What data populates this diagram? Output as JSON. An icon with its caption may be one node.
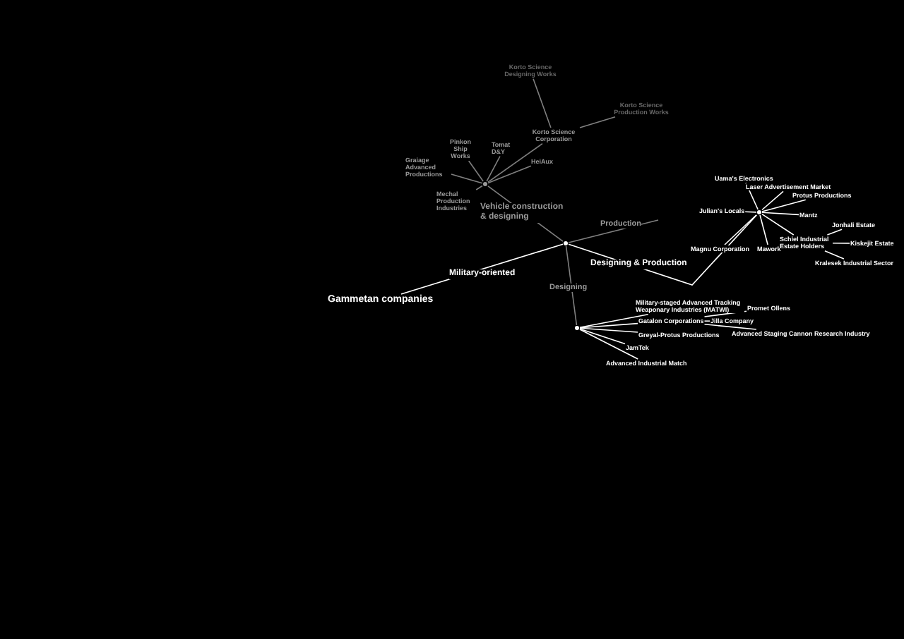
{
  "diagram": {
    "nodes": [
      {
        "text": [
          "Gammetan companies"
        ]
      },
      {
        "text": [],
        "shape": "circle"
      },
      {
        "text": [],
        "shape": "circle"
      },
      {
        "text": [],
        "shape": "circle"
      },
      {
        "text": [],
        "shape": "circle"
      },
      {
        "text": [
          "Graiage Advanced Productions"
        ]
      },
      {
        "text": [
          "Pinkon Ship Works"
        ]
      },
      {
        "text": [
          "Tomat D&Y"
        ]
      },
      {
        "text": [
          "Korto Science Corporation"
        ]
      },
      {
        "text": [
          "Korto Science Designing Works"
        ]
      },
      {
        "text": [
          "Korto Science Production Works"
        ]
      },
      {
        "text": [
          "HeiAux"
        ]
      },
      {
        "text": [
          "Mechal Production Industries"
        ]
      },
      {
        "text": [
          "Uama's Electronics"
        ]
      },
      {
        "text": [
          "Laser Advertisement Market"
        ]
      },
      {
        "text": [
          "Protus Productions"
        ]
      },
      {
        "text": [
          "Julian's Locals"
        ]
      },
      {
        "text": [
          "Mantz"
        ]
      },
      {
        "text": [
          "Magnu Corporation"
        ]
      },
      {
        "text": [
          "Mawork"
        ]
      },
      {
        "text": [
          "Schiel Industrial Estate Holders"
        ]
      },
      {
        "text": [
          "Jonhali Estate"
        ]
      },
      {
        "text": [
          "Kiskejit Estate"
        ]
      },
      {
        "text": [
          "Kralesek Industrial Sector"
        ]
      },
      {
        "text": [
          "Military-staged Advanced Tracking Weaponary Industries (MATWI)"
        ]
      },
      {
        "text": [
          "Gatalon Corporations"
        ]
      },
      {
        "text": [
          "Promet Ollens"
        ]
      },
      {
        "text": [
          "Jilla Company"
        ]
      },
      {
        "text": [
          "Advanced Staging Cannon Research Industry"
        ]
      },
      {
        "text": [
          "Greyal-Protus Productions"
        ]
      },
      {
        "text": [
          "JamTek"
        ]
      },
      {
        "text": [
          "Advanced Industrial Match"
        ]
      }
    ],
    "edges": [
      {
        "from": 0,
        "to": 2,
        "arrow": "none",
        "label": "Military-oriented"
      },
      {
        "from": 2,
        "to": 1,
        "arrow": "none",
        "label": "Vehicle construction & designing",
        "color": "#808080"
      },
      {
        "from": 2,
        "to": null,
        "arrow": "none",
        "label": "Production",
        "color": "#808080"
      },
      {
        "from": 2,
        "to": 4,
        "arrow": "none",
        "label": "Designing & Production"
      },
      {
        "from": 2,
        "to": 3,
        "arrow": "none",
        "label": "Designing",
        "color": "#808080"
      },
      {
        "from": 1,
        "to": 5,
        "arrow": "none",
        "color": "#808080"
      },
      {
        "from": 1,
        "to": 6,
        "arrow": "none",
        "color": "#808080"
      },
      {
        "from": 1,
        "to": 7,
        "arrow": "none",
        "color": "#808080"
      },
      {
        "from": 1,
        "to": 8,
        "arrow": "none",
        "color": "#808080"
      },
      {
        "from": 1,
        "to": 11,
        "arrow": "none",
        "color": "#808080"
      },
      {
        "from": 1,
        "to": 12,
        "arrow": "none",
        "color": "#808080"
      },
      {
        "from": 8,
        "to": 9,
        "arrow": "none",
        "color": "#808080"
      },
      {
        "from": 8,
        "to": 10,
        "arrow": "none",
        "color": "#808080"
      },
      {
        "from": 4,
        "to": 13,
        "arrow": "none"
      },
      {
        "from": 4,
        "to": 14,
        "arrow": "none"
      },
      {
        "from": 4,
        "to": 15,
        "arrow": "none"
      },
      {
        "from": 4,
        "to": 16,
        "arrow": "none"
      },
      {
        "from": 4,
        "to": 17,
        "arrow": "none"
      },
      {
        "from": 4,
        "to": 18,
        "arrow": "none"
      },
      {
        "from": 4,
        "to": 19,
        "arrow": "none"
      },
      {
        "from": 4,
        "to": 20,
        "arrow": "none"
      },
      {
        "from": 20,
        "to": 21,
        "arrow": "none"
      },
      {
        "from": 20,
        "to": 22,
        "arrow": "none"
      },
      {
        "from": 20,
        "to": 23,
        "arrow": "none"
      },
      {
        "from": 3,
        "to": 24,
        "arrow": "none"
      },
      {
        "from": 3,
        "to": 25,
        "arrow": "none"
      },
      {
        "from": 3,
        "to": 29,
        "arrow": "none"
      },
      {
        "from": 3,
        "to": 30,
        "arrow": "none"
      },
      {
        "from": 3,
        "to": 31,
        "arrow": "none"
      },
      {
        "from": 25,
        "to": 26,
        "arrow": "none"
      },
      {
        "from": 25,
        "to": 27,
        "arrow": "none"
      },
      {
        "from": 25,
        "to": 28,
        "arrow": "none"
      }
    ]
  }
}
